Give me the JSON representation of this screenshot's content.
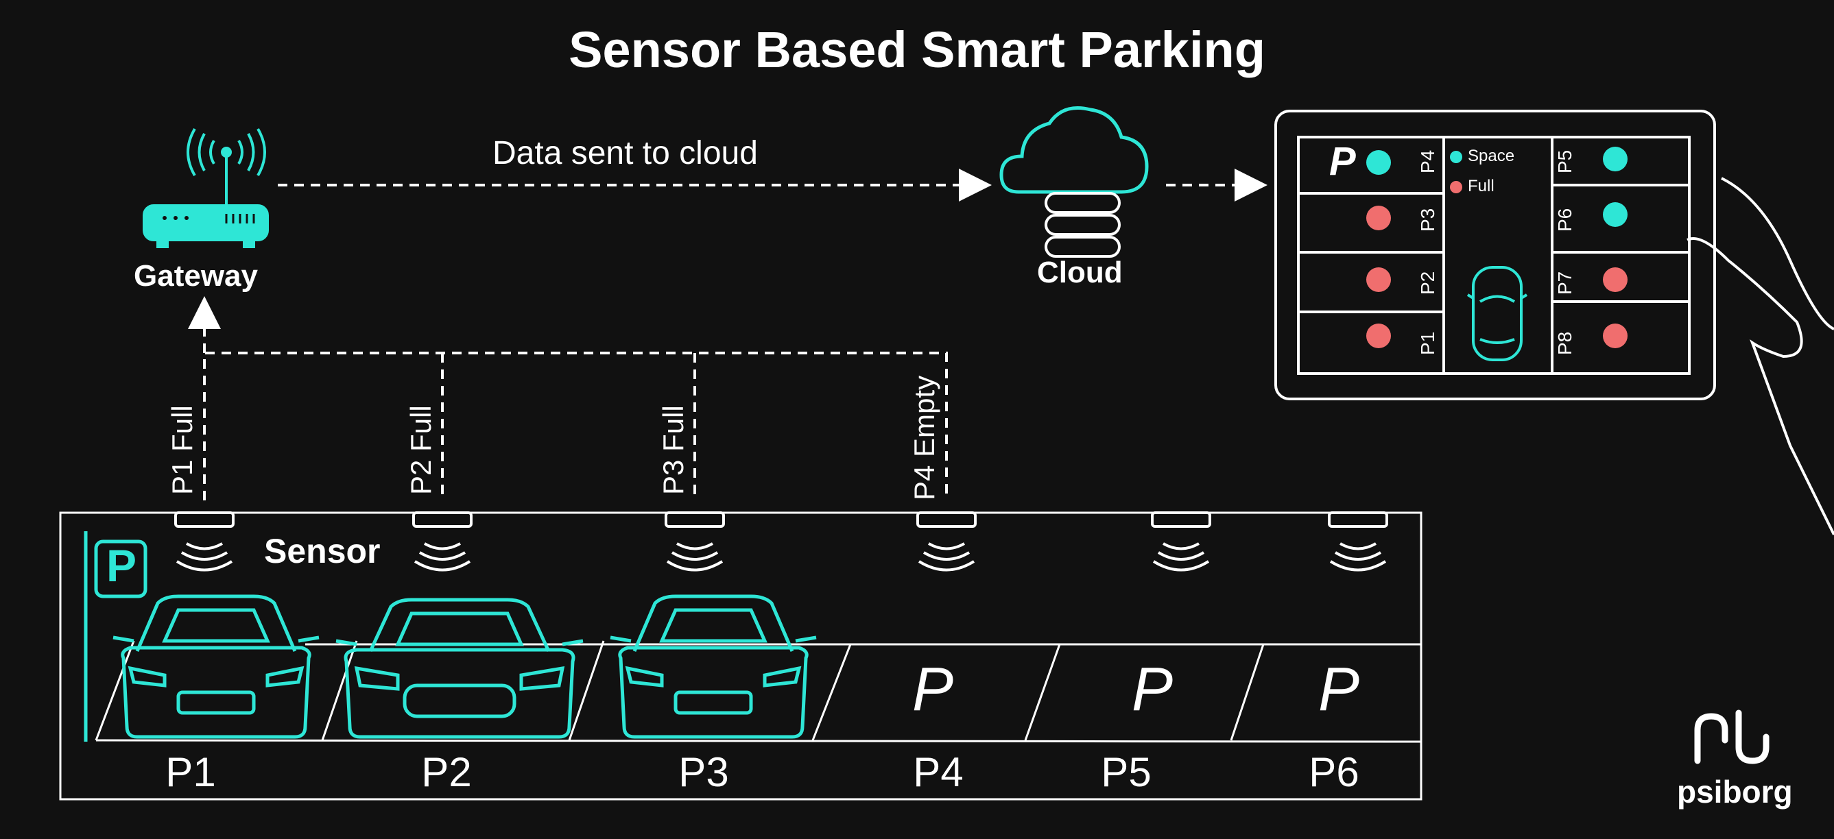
{
  "title": "Sensor Based Smart Parking",
  "gateway": {
    "label": "Gateway"
  },
  "cloud": {
    "label": "Cloud"
  },
  "flow_label": "Data sent to cloud",
  "sensor_label": "Sensor",
  "sensor_reports": [
    "P1 Full",
    "P2 Full",
    "P3 Full",
    "P4 Empty"
  ],
  "slots": [
    "P1",
    "P2",
    "P3",
    "P4",
    "P5",
    "P6"
  ],
  "empty_slot_mark": "P",
  "parking_sign": "P",
  "tablet": {
    "logo": "P",
    "legend": {
      "space": "Space",
      "full": "Full"
    },
    "left_slots": [
      "P4",
      "P3",
      "P2",
      "P1"
    ],
    "right_slots": [
      "P5",
      "P6",
      "P7",
      "P8"
    ],
    "left_status": [
      "space",
      "full",
      "full",
      "full"
    ],
    "right_status": [
      "space",
      "space",
      "full",
      "full"
    ]
  },
  "brand": {
    "name": "psiborg"
  },
  "colors": {
    "background": "#111111",
    "accent": "#2ee6d6",
    "full": "#f06e6e",
    "line": "#ffffff"
  }
}
